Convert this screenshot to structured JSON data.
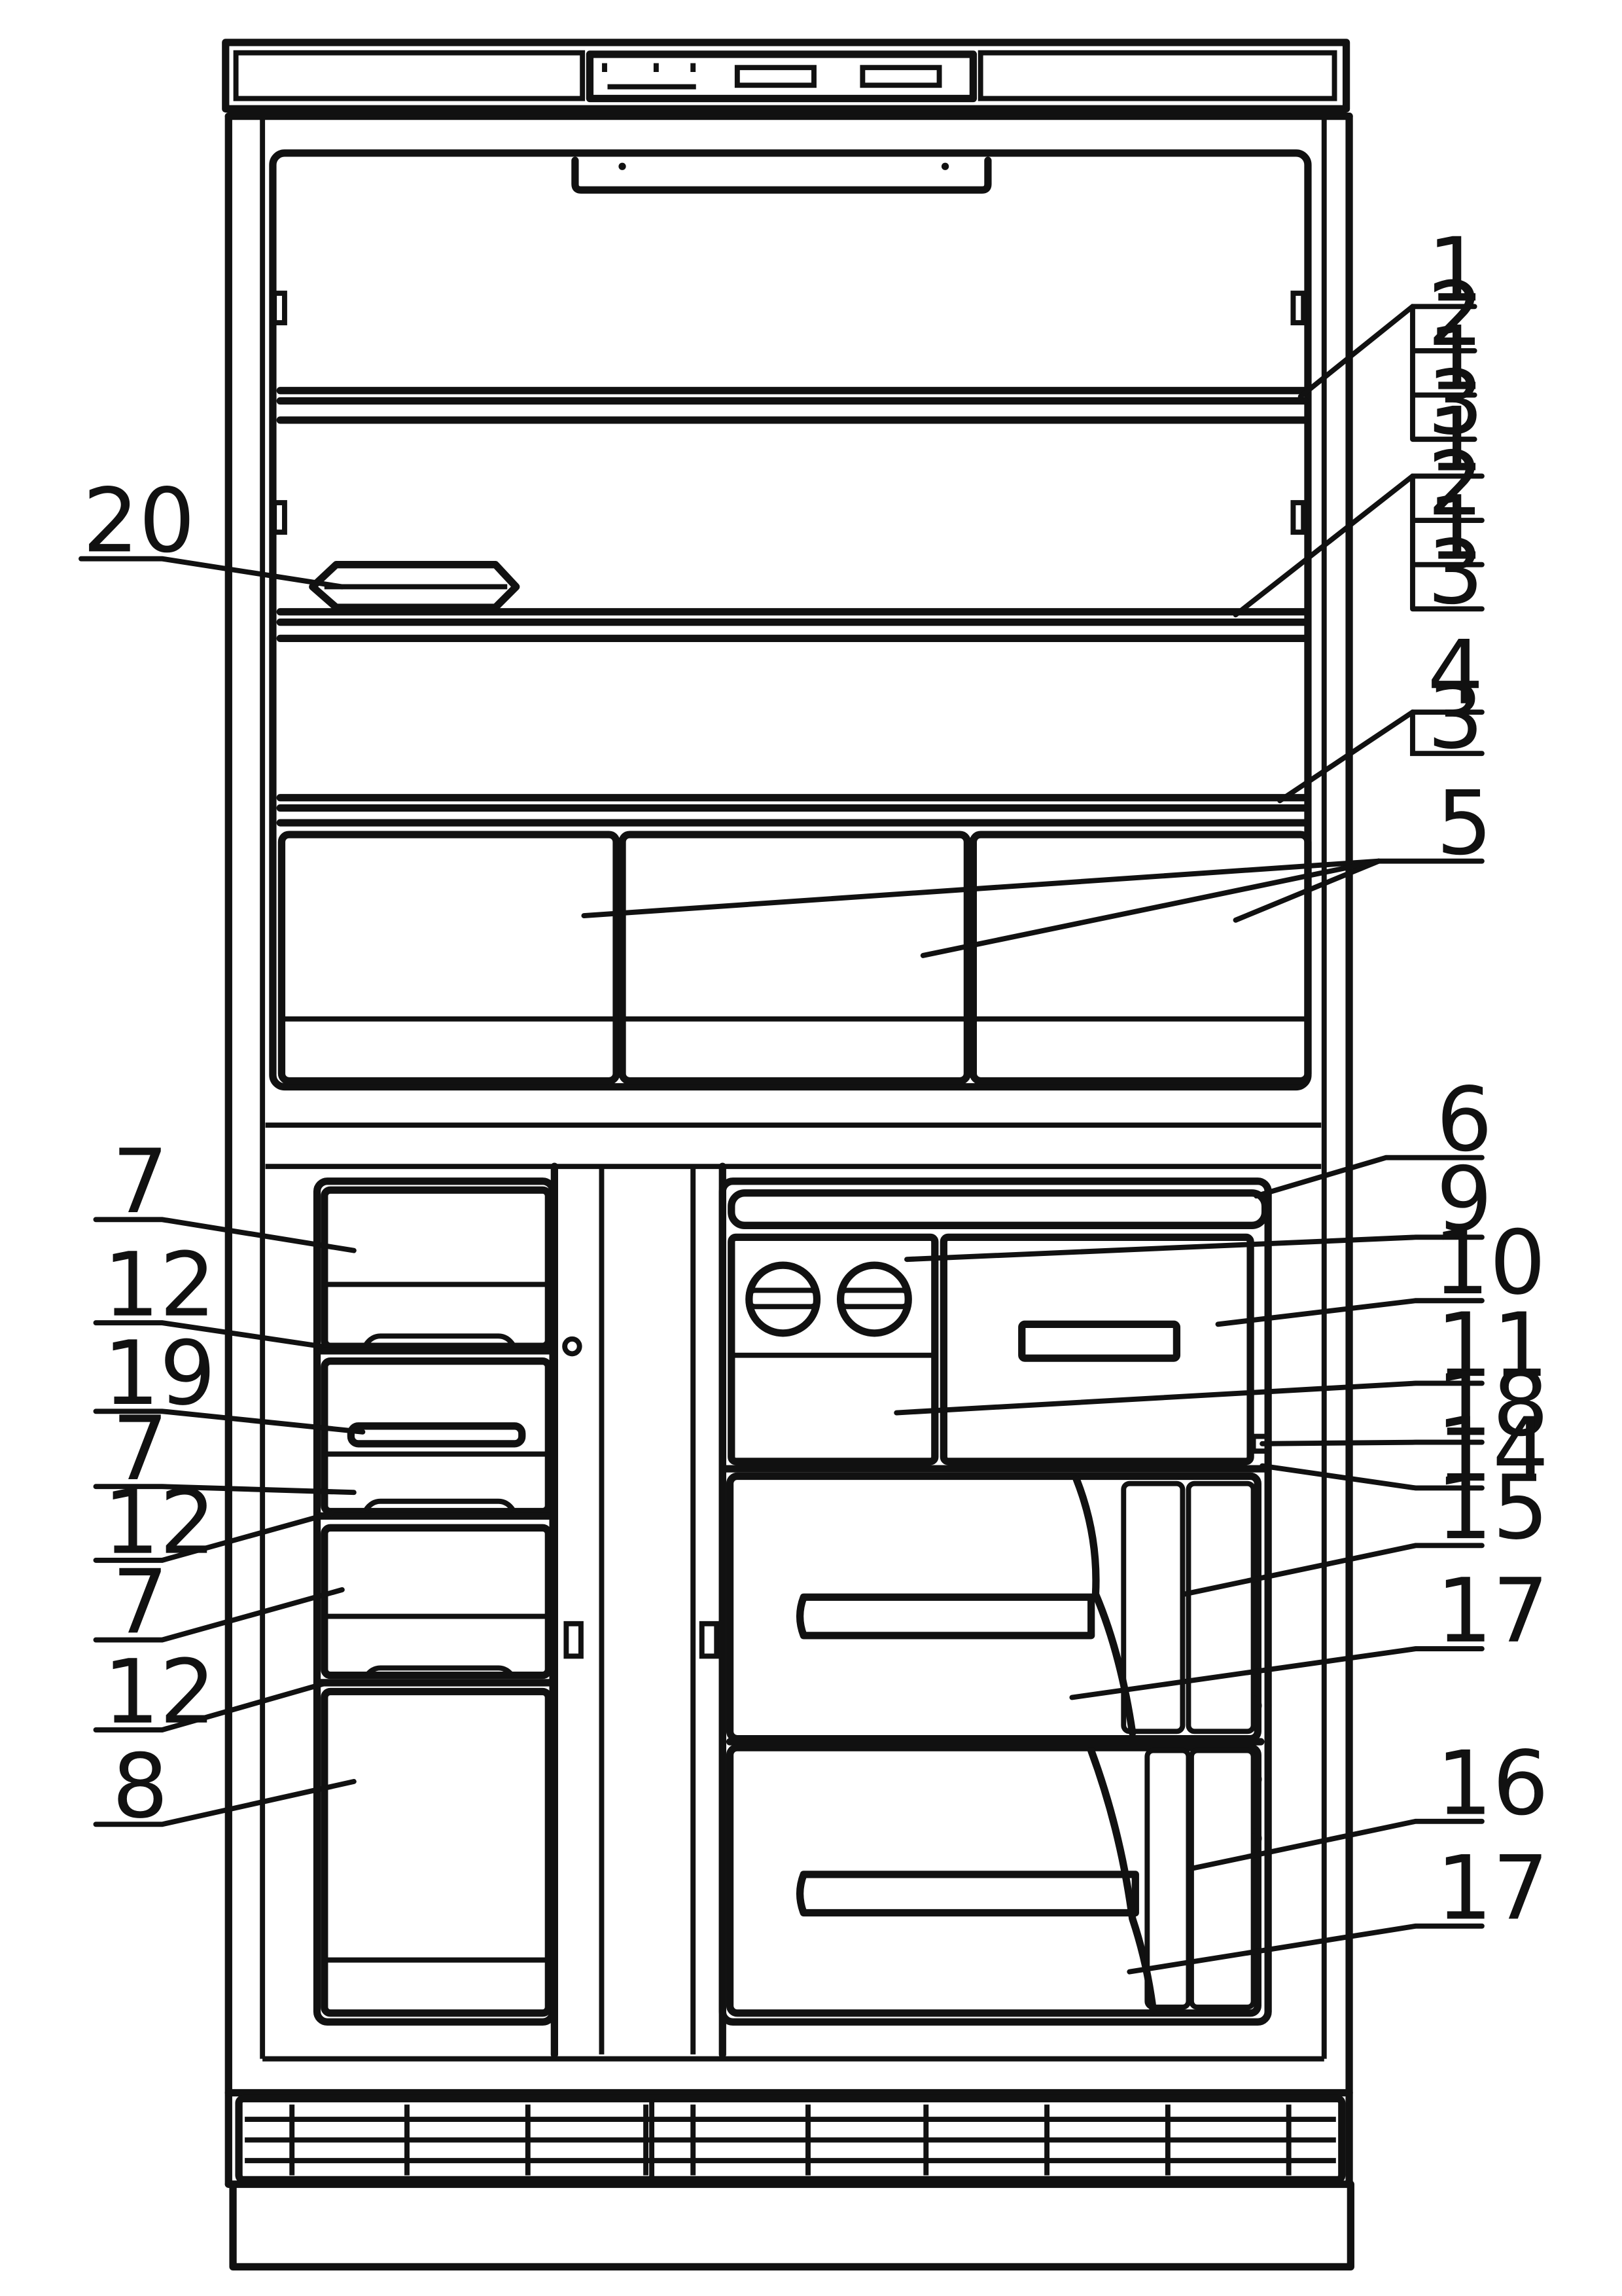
{
  "callouts": [
    {
      "id": "c1a",
      "text": "1"
    },
    {
      "id": "c2a",
      "text": "2"
    },
    {
      "id": "c1b",
      "text": "1"
    },
    {
      "id": "c3a",
      "text": "3"
    },
    {
      "id": "c1c",
      "text": "1"
    },
    {
      "id": "c2b",
      "text": "2"
    },
    {
      "id": "c1d",
      "text": "1"
    },
    {
      "id": "c3b",
      "text": "3"
    },
    {
      "id": "c4",
      "text": "4"
    },
    {
      "id": "c3c",
      "text": "3"
    },
    {
      "id": "c5",
      "text": "5"
    },
    {
      "id": "c20",
      "text": "20"
    },
    {
      "id": "c6",
      "text": "6"
    },
    {
      "id": "c9",
      "text": "9"
    },
    {
      "id": "c10",
      "text": "10"
    },
    {
      "id": "c11",
      "text": "11"
    },
    {
      "id": "c18",
      "text": "18"
    },
    {
      "id": "c14",
      "text": "14"
    },
    {
      "id": "c15",
      "text": "15"
    },
    {
      "id": "c17a",
      "text": "17"
    },
    {
      "id": "c16",
      "text": "16"
    },
    {
      "id": "c17b",
      "text": "17"
    },
    {
      "id": "c7a",
      "text": "7"
    },
    {
      "id": "c12a",
      "text": "12"
    },
    {
      "id": "c19",
      "text": "19"
    },
    {
      "id": "c7b",
      "text": "7"
    },
    {
      "id": "c12b",
      "text": "12"
    },
    {
      "id": "c7c",
      "text": "7"
    },
    {
      "id": "c12c",
      "text": "12"
    },
    {
      "id": "c8",
      "text": "8"
    }
  ]
}
